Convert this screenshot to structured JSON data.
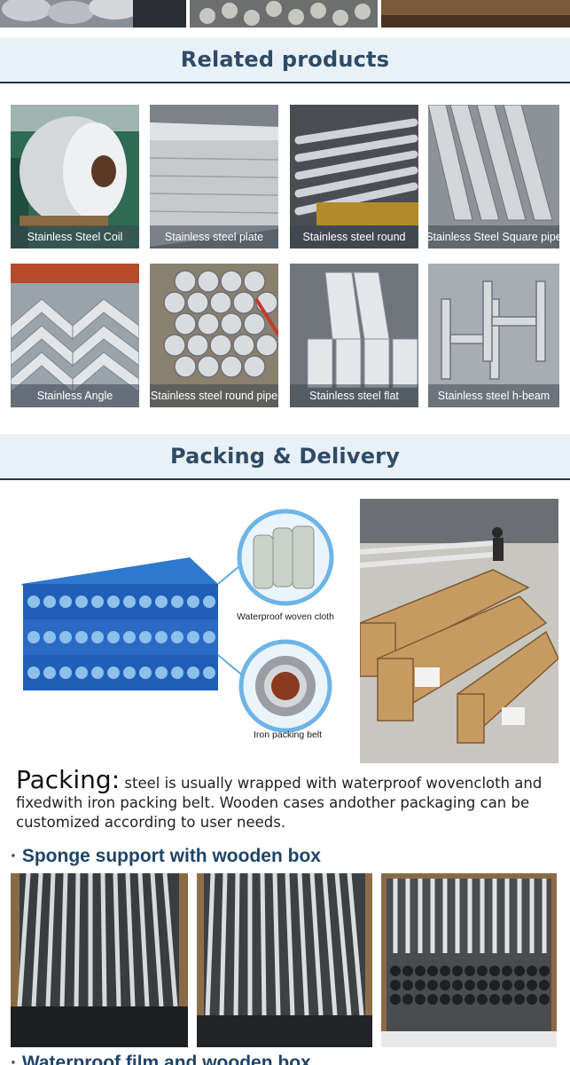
{
  "sections": {
    "related_title": "Related products",
    "packing_title": "Packing & Delivery"
  },
  "products": [
    {
      "label": "Stainless Steel Coil"
    },
    {
      "label": "Stainless steel plate"
    },
    {
      "label": "Stainless steel round"
    },
    {
      "label": "Stainless Steel Square pipe"
    },
    {
      "label": "Stainless Angle"
    },
    {
      "label": "Stainless steel round pipe"
    },
    {
      "label": "Stainless steel flat"
    },
    {
      "label": "Stainless steel h-beam"
    }
  ],
  "packing": {
    "cloth_label": "Waterproof woven cloth",
    "belt_label": "Iron packing belt",
    "lead": "Packing:",
    "text": " steel is usually wrapped with waterproof wovencloth and fixedwith iron packing belt. Wooden cases andother packaging can be customized according to user needs."
  },
  "subsections": {
    "sponge": "· Sponge support with wooden box",
    "film": "· Waterproof film and wooden box"
  },
  "colors": {
    "band_bg": "#e8f0f8",
    "band_line": "#1f3550",
    "heading": "#2f4b66",
    "subheading": "#1f4466",
    "wrap_blue": "#1f5fb8"
  }
}
